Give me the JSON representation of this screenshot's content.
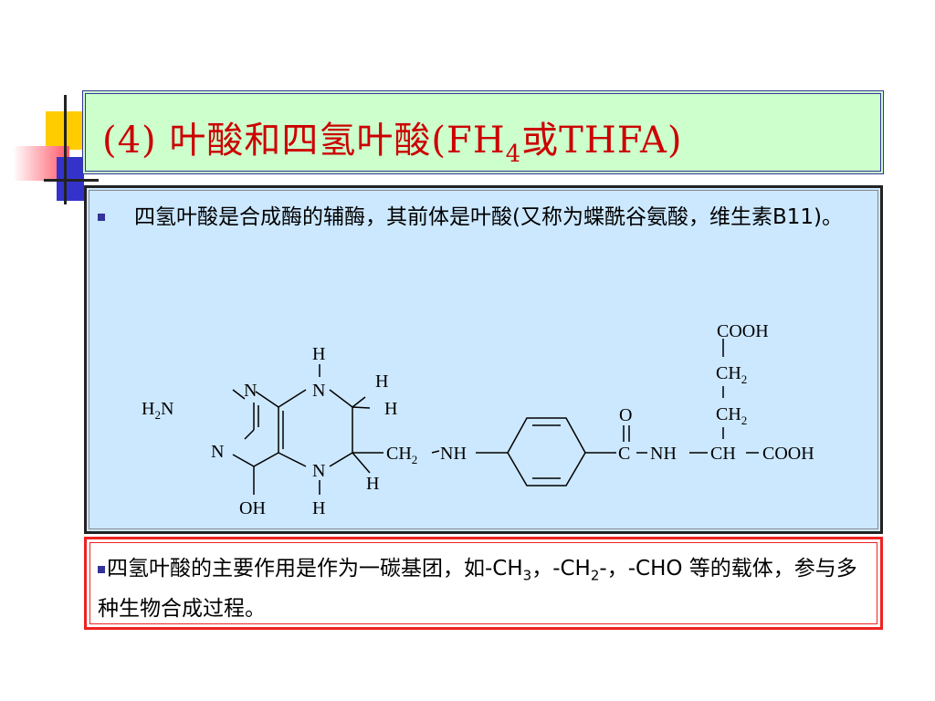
{
  "slide": {
    "title_prefix": "(4) 叶酸和四氢叶酸(FH",
    "title_sub": "4",
    "title_suffix": "或THFA)",
    "bullet1": "四氢叶酸是合成酶的辅酶，其前体是叶酸(又称为蝶酰谷氨酸，维生素B11)。",
    "bullet2_a": "四氢叶酸的主要作用是作为一碳基团，如-CH",
    "bullet2_sub1": "3",
    "bullet2_b": "，-CH",
    "bullet2_sub2": "2",
    "bullet2_c": "-，-CHO 等的载体，参与多种生物合成过程。"
  },
  "structure": {
    "H2N_main": "H",
    "H2N_sub": "2",
    "H2N_n": "N",
    "N": "N",
    "H": "H",
    "OH": "OH",
    "CH2_main": "CH",
    "CH2_sub": "2",
    "NH": "NH",
    "O": "O",
    "C": "C",
    "CH": "CH",
    "COOH": "COOH"
  },
  "colors": {
    "title_red": "#cc0000",
    "title_bg": "#ccffcc",
    "content_bg": "#cce8ff",
    "note_border": "#ee2222",
    "bullet_blue": "#333399"
  }
}
